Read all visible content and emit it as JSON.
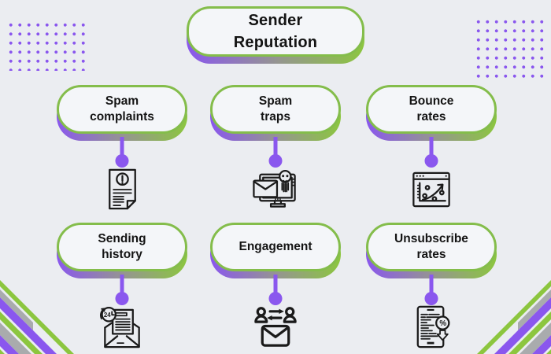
{
  "palette": {
    "canvas_bg": "#ebedf1",
    "purple": "#8a57ee",
    "green": "#8cc63f",
    "gray": "#a9abad",
    "box_fill": "#f4f6f9",
    "box_border": "#84bd4b",
    "text": "#141414",
    "icon_stroke": "#1a1a1a"
  },
  "title": {
    "line1": "Sender",
    "line2": "Reputation"
  },
  "nodes": [
    {
      "id": "spam-complaints",
      "line1": "Spam",
      "line2": "complaints",
      "icon": "warning-document-icon"
    },
    {
      "id": "spam-traps",
      "line1": "Spam",
      "line2": "traps",
      "icon": "spam-trap-monitor-skull-icon"
    },
    {
      "id": "bounce-rates",
      "line1": "Bounce",
      "line2": "rates",
      "icon": "growth-chart-icon"
    },
    {
      "id": "sending-history",
      "line1": "Sending",
      "line2": "history",
      "icon": "envelope-clock-24-icon"
    },
    {
      "id": "engagement",
      "line1": "Engagement",
      "line2": "",
      "icon": "people-exchange-envelope-icon"
    },
    {
      "id": "unsubscribe-rates",
      "line1": "Unsubscribe",
      "line2": "rates",
      "icon": "tablet-percent-arrow-icon"
    }
  ],
  "icon_text": {
    "clock": "24",
    "percent": "%"
  }
}
